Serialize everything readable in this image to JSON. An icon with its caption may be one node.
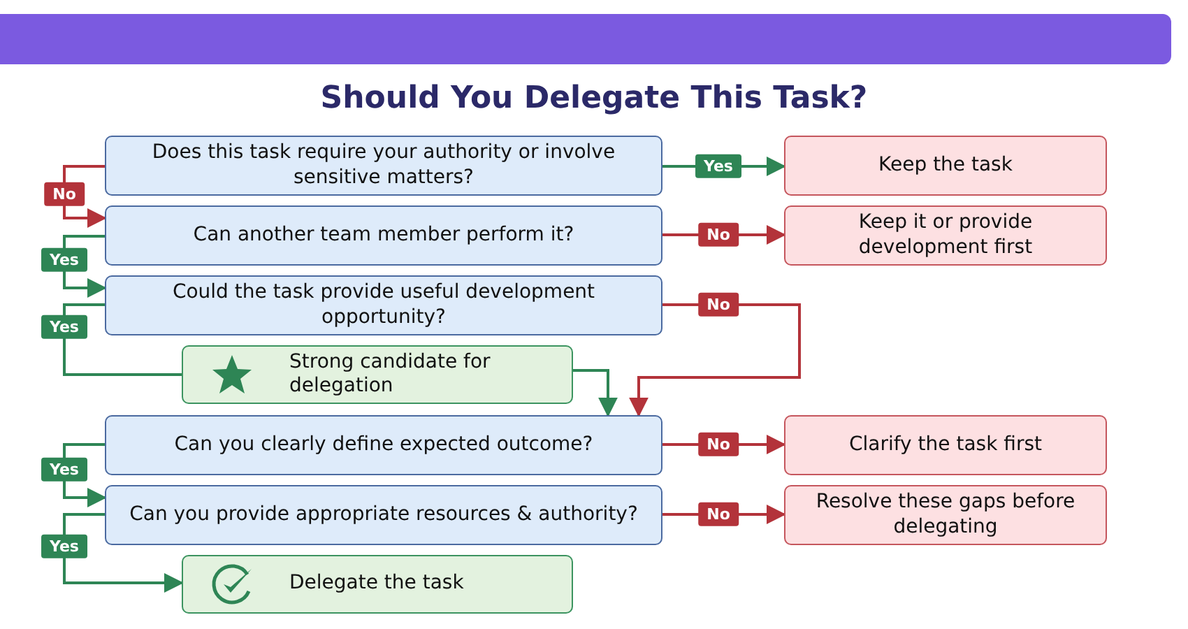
{
  "diagram": {
    "title": "Should You Delegate This Task?",
    "nodes": [
      {
        "text": [
          "Does this task require your authority or involve sensitive matters?"
        ]
      },
      {
        "text": [
          "Keep the task"
        ]
      },
      {
        "text": [
          "Can another team member perform it?"
        ]
      },
      {
        "text": [
          "Keep it or provide development first"
        ]
      },
      {
        "text": [
          "Could the task provide useful development opportunity?"
        ]
      },
      {
        "text": [
          "Strong candidate for delegation"
        ]
      },
      {
        "text": [
          "Can you clearly define expected outcome?"
        ]
      },
      {
        "text": [
          "Clarify the task first"
        ]
      },
      {
        "text": [
          "Can you provide appropriate resources & authority?"
        ]
      },
      {
        "text": [
          "Resolve these gaps before delegating"
        ]
      },
      {
        "text": [
          "Delegate the task"
        ]
      }
    ],
    "edges": [
      {
        "from": 0,
        "to": 1,
        "arrow": "to",
        "label": "Yes"
      },
      {
        "from": 0,
        "to": 2,
        "arrow": "to",
        "label": "No",
        "color": "#b3333a"
      },
      {
        "from": 2,
        "to": 3,
        "arrow": "to",
        "label": "No",
        "color": "#b3333a"
      },
      {
        "from": 2,
        "to": 4,
        "arrow": "to",
        "label": "Yes"
      },
      {
        "from": 4,
        "to": 5,
        "arrow": "none",
        "label": "Yes"
      },
      {
        "from": 5,
        "to": 6,
        "arrow": "to"
      },
      {
        "from": 4,
        "to": 6,
        "arrow": "to",
        "label": "No",
        "color": "#b3333a"
      },
      {
        "from": 6,
        "to": 7,
        "arrow": "to",
        "label": "No",
        "color": "#b3333a"
      },
      {
        "from": 6,
        "to": 8,
        "arrow": "to",
        "label": "Yes"
      },
      {
        "from": 8,
        "to": 9,
        "arrow": "to",
        "label": "No",
        "color": "#b3333a"
      },
      {
        "from": 8,
        "to": 10,
        "arrow": "to",
        "label": "Yes"
      }
    ]
  }
}
